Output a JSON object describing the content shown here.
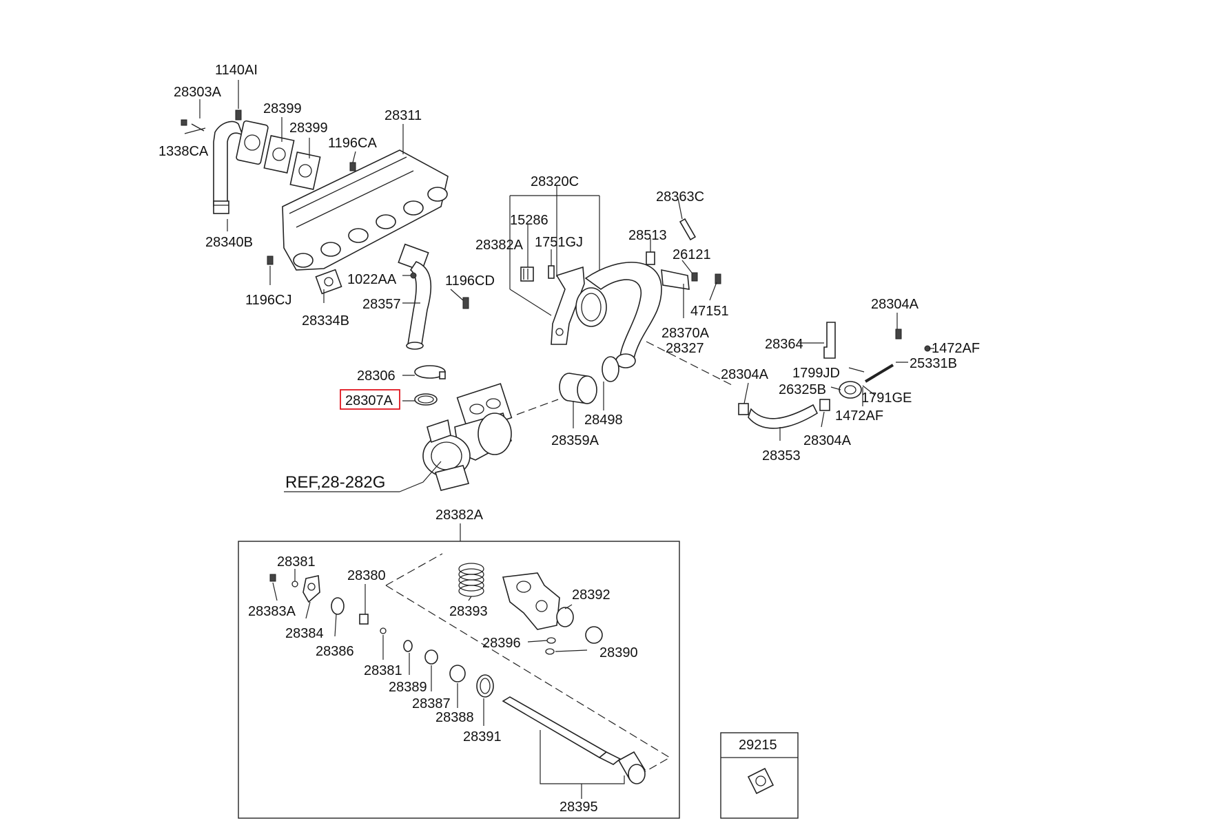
{
  "labels": {
    "p1140AI": "1140AI",
    "p28303A": "28303A",
    "p1338CA": "1338CA",
    "p28399a": "28399",
    "p28399b": "28399",
    "p28311": "28311",
    "p1196CA": "1196CA",
    "p28340B": "28340B",
    "p1196CJ": "1196CJ",
    "p1022AA": "1022AA",
    "p1196CD": "1196CD",
    "p28357": "28357",
    "p28334B": "28334B",
    "p28306": "28306",
    "p28307A": "28307A",
    "pREF": "REF,28-282G",
    "p28320C": "28320C",
    "p15286": "15286",
    "p28382A_top": "28382A",
    "p1751GJ": "1751GJ",
    "p28363C": "28363C",
    "p28513": "28513",
    "p26121": "26121",
    "p47151": "47151",
    "p28370A": "28370A",
    "p28327": "28327",
    "p28498": "28498",
    "p28359A": "28359A",
    "p28304A_top": "28304A",
    "p1472AF_top": "1472AF",
    "p25331B": "25331B",
    "p28364": "28364",
    "p1799JD": "1799JD",
    "p28304A_mid": "28304A",
    "p26325B": "26325B",
    "p1791GE": "1791GE",
    "p1472AF_bot": "1472AF",
    "p28353": "28353",
    "p28304A_bot": "28304A",
    "p28382A_box": "28382A",
    "p28381a": "28381",
    "p28383A": "28383A",
    "p28384": "28384",
    "p28380": "28380",
    "p28386": "28386",
    "p28393": "28393",
    "p28392": "28392",
    "p28396": "28396",
    "p28390": "28390",
    "p28381b": "28381",
    "p28389": "28389",
    "p28387": "28387",
    "p28388": "28388",
    "p28391": "28391",
    "p28395": "28395",
    "p29215": "29215"
  },
  "highlight_color": "#e0141e"
}
